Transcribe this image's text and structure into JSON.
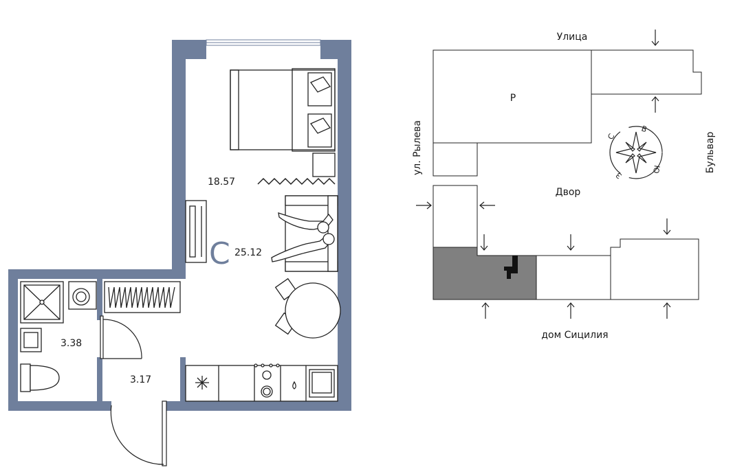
{
  "floorplan": {
    "rooms": [
      {
        "name": "living-room-area",
        "area": "18.57"
      },
      {
        "name": "bathroom-area",
        "area": "3.38"
      },
      {
        "name": "hallway-area",
        "area": "3.17"
      }
    ],
    "apartment_type_letter": "С",
    "total_area": "25.12",
    "wall_color": "#6f7f9c"
  },
  "siteplan": {
    "streets": {
      "top": "Улица",
      "left": "ул. Рылева",
      "right": "Бульвар",
      "bottom": "дом Сицилия"
    },
    "yard_label": "Двор",
    "parking_label": "Р",
    "highlight_color": "#808080",
    "compass": {
      "north": "С",
      "east": "В",
      "south": "Ю",
      "west": "З"
    }
  }
}
